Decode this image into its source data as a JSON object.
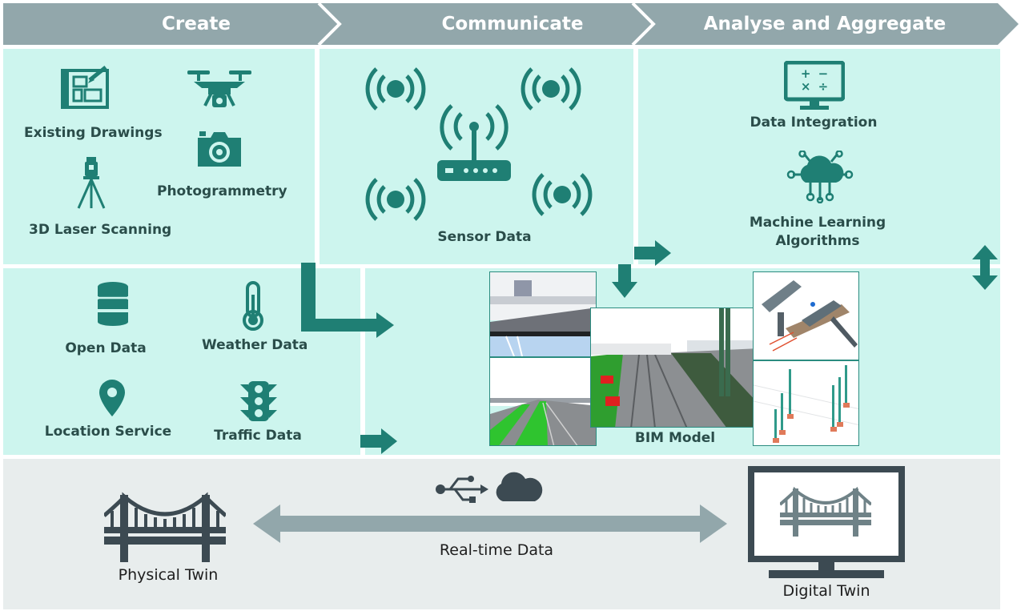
{
  "stages": {
    "create": "Create",
    "communicate": "Communicate",
    "analyse": "Analyse and Aggregate"
  },
  "create_panel": {
    "existing_drawings": "Existing Drawings",
    "laser_scanning": "3D Laser Scanning",
    "photogrammetry": "Photogrammetry"
  },
  "communicate_panel": {
    "sensor_data": "Sensor Data"
  },
  "analyse_panel": {
    "data_integration": "Data Integration",
    "ml_line1": "Machine Learning",
    "ml_line2": "Algorithms",
    "calc_symbols": "+ − × ÷"
  },
  "external_panel": {
    "open_data": "Open Data",
    "weather_data": "Weather Data",
    "location_service": "Location Service",
    "traffic_data": "Traffic Data"
  },
  "bim": {
    "label": "BIM Model"
  },
  "bottom": {
    "physical_twin": "Physical Twin",
    "real_time_data": "Real-time Data",
    "digital_twin": "Digital Twin"
  },
  "colors": {
    "teal": "#1f7f74",
    "panel": "#cdf5ee",
    "chevron": "#92a7ab",
    "slate": "#3c4a52",
    "bottom_bg": "#e8eded"
  }
}
